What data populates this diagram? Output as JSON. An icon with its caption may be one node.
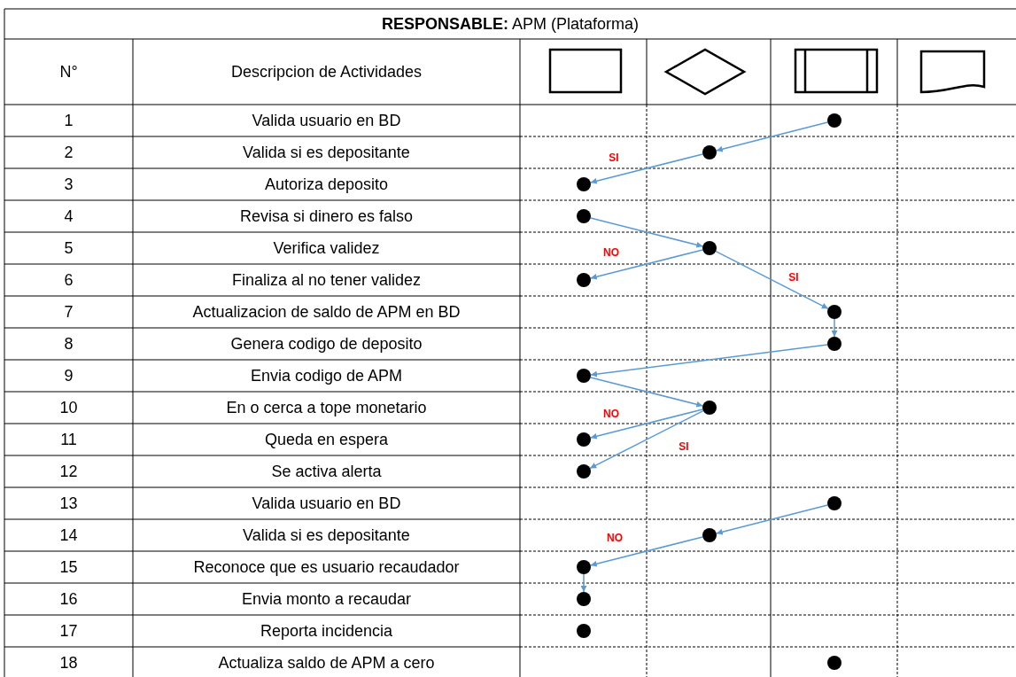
{
  "diagram": {
    "title": "**RESPONSABLE:** APM (Plataforma)",
    "nodes": [
      {
        "text": [],
        "shape": "circle"
      },
      {
        "text": [],
        "shape": "circle"
      },
      {
        "text": [],
        "shape": "circle"
      },
      {
        "text": [],
        "shape": "circle"
      },
      {
        "text": [],
        "shape": "circle"
      },
      {
        "text": [],
        "shape": "circle"
      },
      {
        "text": [],
        "shape": "circle"
      },
      {
        "text": [],
        "shape": "circle"
      },
      {
        "text": [],
        "shape": "circle"
      },
      {
        "text": [],
        "shape": "circle"
      },
      {
        "text": [],
        "shape": "circle"
      },
      {
        "text": [],
        "shape": "circle"
      },
      {
        "text": [],
        "shape": "circle"
      },
      {
        "text": [],
        "shape": "circle"
      },
      {
        "text": [],
        "shape": "circle"
      },
      {
        "text": [],
        "shape": "circle"
      },
      {
        "text": [],
        "shape": "circle"
      },
      {
        "text": [],
        "shape": "circle"
      }
    ],
    "edges": [
      {
        "from": 0,
        "to": 1,
        "arrow": "to"
      },
      {
        "from": 1,
        "to": 2,
        "arrow": "to",
        "label": "SI"
      },
      {
        "from": 3,
        "to": 4,
        "arrow": "to"
      },
      {
        "from": 4,
        "to": 5,
        "arrow": "to",
        "label": "NO"
      },
      {
        "from": 4,
        "to": 6,
        "arrow": "to",
        "label": "SI"
      },
      {
        "from": 6,
        "to": 7,
        "arrow": "to"
      },
      {
        "from": 7,
        "to": 8,
        "arrow": "to"
      },
      {
        "from": 8,
        "to": 9,
        "arrow": "to"
      },
      {
        "from": 9,
        "to": 10,
        "arrow": "to",
        "label": "NO"
      },
      {
        "from": 9,
        "to": 11,
        "arrow": "to",
        "label": "SI"
      },
      {
        "from": 12,
        "to": 13,
        "arrow": "to"
      },
      {
        "from": 13,
        "to": 14,
        "arrow": "to",
        "label": "NO"
      },
      {
        "from": 14,
        "to": 15,
        "arrow": "to"
      }
    ],
    "labels": [
      "N°",
      "Descripcion de Actividades",
      "1",
      "Valida usuario en BD",
      "2",
      "Valida si es depositante",
      "3",
      "Autoriza deposito",
      "4",
      "Revisa si dinero es falso",
      "5",
      "Verifica validez",
      "6",
      "Finaliza al no tener validez",
      "7",
      "Actualizacion de saldo de APM en BD",
      "8",
      "Genera codigo de deposito",
      "9",
      "Envia codigo de APM",
      "10",
      "En o cerca a tope monetario",
      "11",
      "Queda en espera",
      "12",
      "Se activa alerta",
      "13",
      "Valida usuario en BD",
      "14",
      "Valida si es depositante",
      "15",
      "Reconoce que es usuario recaudador",
      "16",
      "Envia monto a recaudar",
      "17",
      "Reporta incidencia",
      "18",
      "Actualiza saldo de APM a cero"
    ]
  }
}
